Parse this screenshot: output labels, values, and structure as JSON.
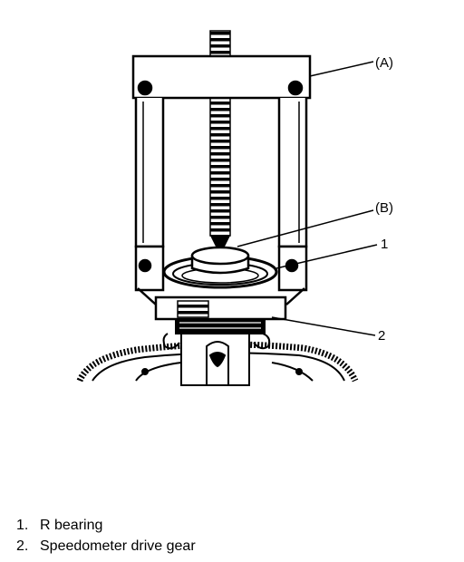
{
  "callouts": [
    {
      "id": "tool-a",
      "label": "(A)"
    },
    {
      "id": "tool-b",
      "label": "(B)"
    },
    {
      "id": "part-1",
      "label": "1"
    },
    {
      "id": "part-2",
      "label": "2"
    }
  ],
  "legend": [
    {
      "number": "1.",
      "text": "R bearing"
    },
    {
      "number": "2.",
      "text": "Speedometer drive gear"
    }
  ],
  "colors": {
    "ink": "#000000",
    "paper": "#ffffff"
  }
}
